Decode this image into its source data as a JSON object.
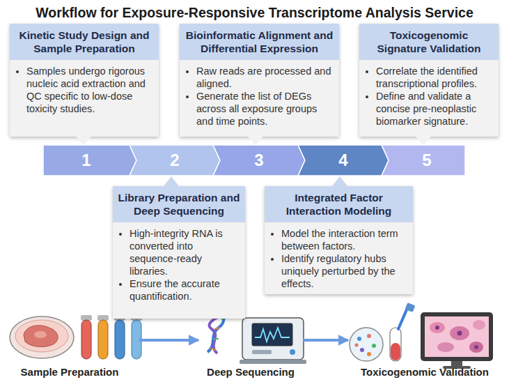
{
  "diagram": {
    "title": "Workflow for Exposure-Responsive Transcriptome Analysis Service",
    "nodes": [
      {
        "text": [
          "Kinetic Study Design and Sample Preparation",
          "Samples undergo rigorous nucleic acid extraction and QC specific to low-dose toxicity studies."
        ]
      },
      {
        "text": [
          "Library Preparation and Deep Sequencing",
          "High-integrity RNA is converted into sequence-ready libraries.",
          "Ensure the accurate quantification."
        ]
      },
      {
        "text": [
          "Bioinformatic Alignment and Differential Expression",
          "Raw reads are processed and aligned.",
          "Generate the list of DEGs across all exposure groups and time points."
        ]
      },
      {
        "text": [
          "Integrated Factor Interaction Modeling",
          "Model the interaction term between factors.",
          "Identify regulatory hubs uniquely perturbed by the effects."
        ]
      },
      {
        "text": [
          "Toxicogenomic Signature Validation",
          "Correlate the identified transcriptional profiles.",
          "Define and validate a concise pre-neoplastic biomarker signature."
        ]
      },
      {
        "text": [
          "1"
        ]
      },
      {
        "text": [
          "2"
        ]
      },
      {
        "text": [
          "3"
        ]
      },
      {
        "text": [
          "4"
        ]
      },
      {
        "text": [
          "5"
        ]
      },
      {
        "text": [
          "Sample Preparation"
        ]
      },
      {
        "text": [
          "Deep Sequencing"
        ]
      },
      {
        "text": [
          "Toxicogenomic Validation"
        ]
      }
    ],
    "edges": [
      {
        "from": 10,
        "to": 11,
        "arrow": "to"
      },
      {
        "from": 11,
        "to": 12,
        "arrow": "to"
      }
    ]
  }
}
